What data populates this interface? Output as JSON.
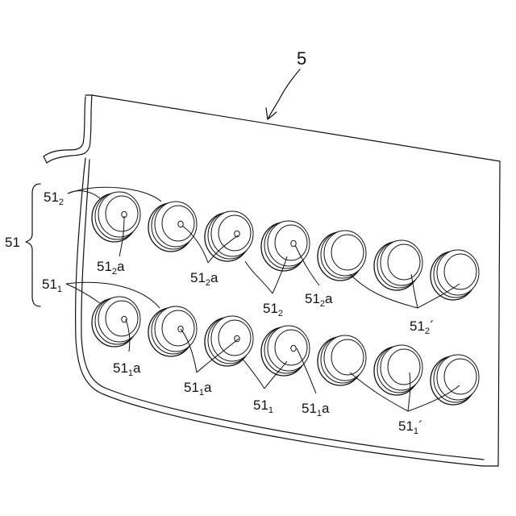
{
  "figure": {
    "ref_main": "5",
    "ref_group": "51",
    "labels": {
      "top_ref": {
        "base": "51",
        "sub": "2",
        "suffix": ""
      },
      "top_a_1": {
        "base": "51",
        "sub": "2",
        "suffix": "a"
      },
      "top_a_2": {
        "base": "51",
        "sub": "2",
        "suffix": "a"
      },
      "top_mid": {
        "base": "51",
        "sub": "2",
        "suffix": ""
      },
      "top_a_3": {
        "base": "51",
        "sub": "2",
        "suffix": "a"
      },
      "top_prime": {
        "base": "51",
        "sub": "2",
        "suffix": "´"
      },
      "bot_ref": {
        "base": "51",
        "sub": "1",
        "suffix": ""
      },
      "bot_a_1": {
        "base": "51",
        "sub": "1",
        "suffix": "a"
      },
      "bot_a_2": {
        "base": "51",
        "sub": "1",
        "suffix": "a"
      },
      "bot_mid": {
        "base": "51",
        "sub": "1",
        "suffix": ""
      },
      "bot_a_3": {
        "base": "51",
        "sub": "1",
        "suffix": "a"
      },
      "bot_prime": {
        "base": "51",
        "sub": "1",
        "suffix": "´"
      }
    },
    "rows": [
      {
        "name": "row-51-2",
        "holes": [
          true,
          true,
          true,
          true,
          false,
          false,
          false
        ]
      },
      {
        "name": "row-51-1",
        "holes": [
          true,
          true,
          true,
          true,
          false,
          false,
          false
        ]
      }
    ]
  }
}
